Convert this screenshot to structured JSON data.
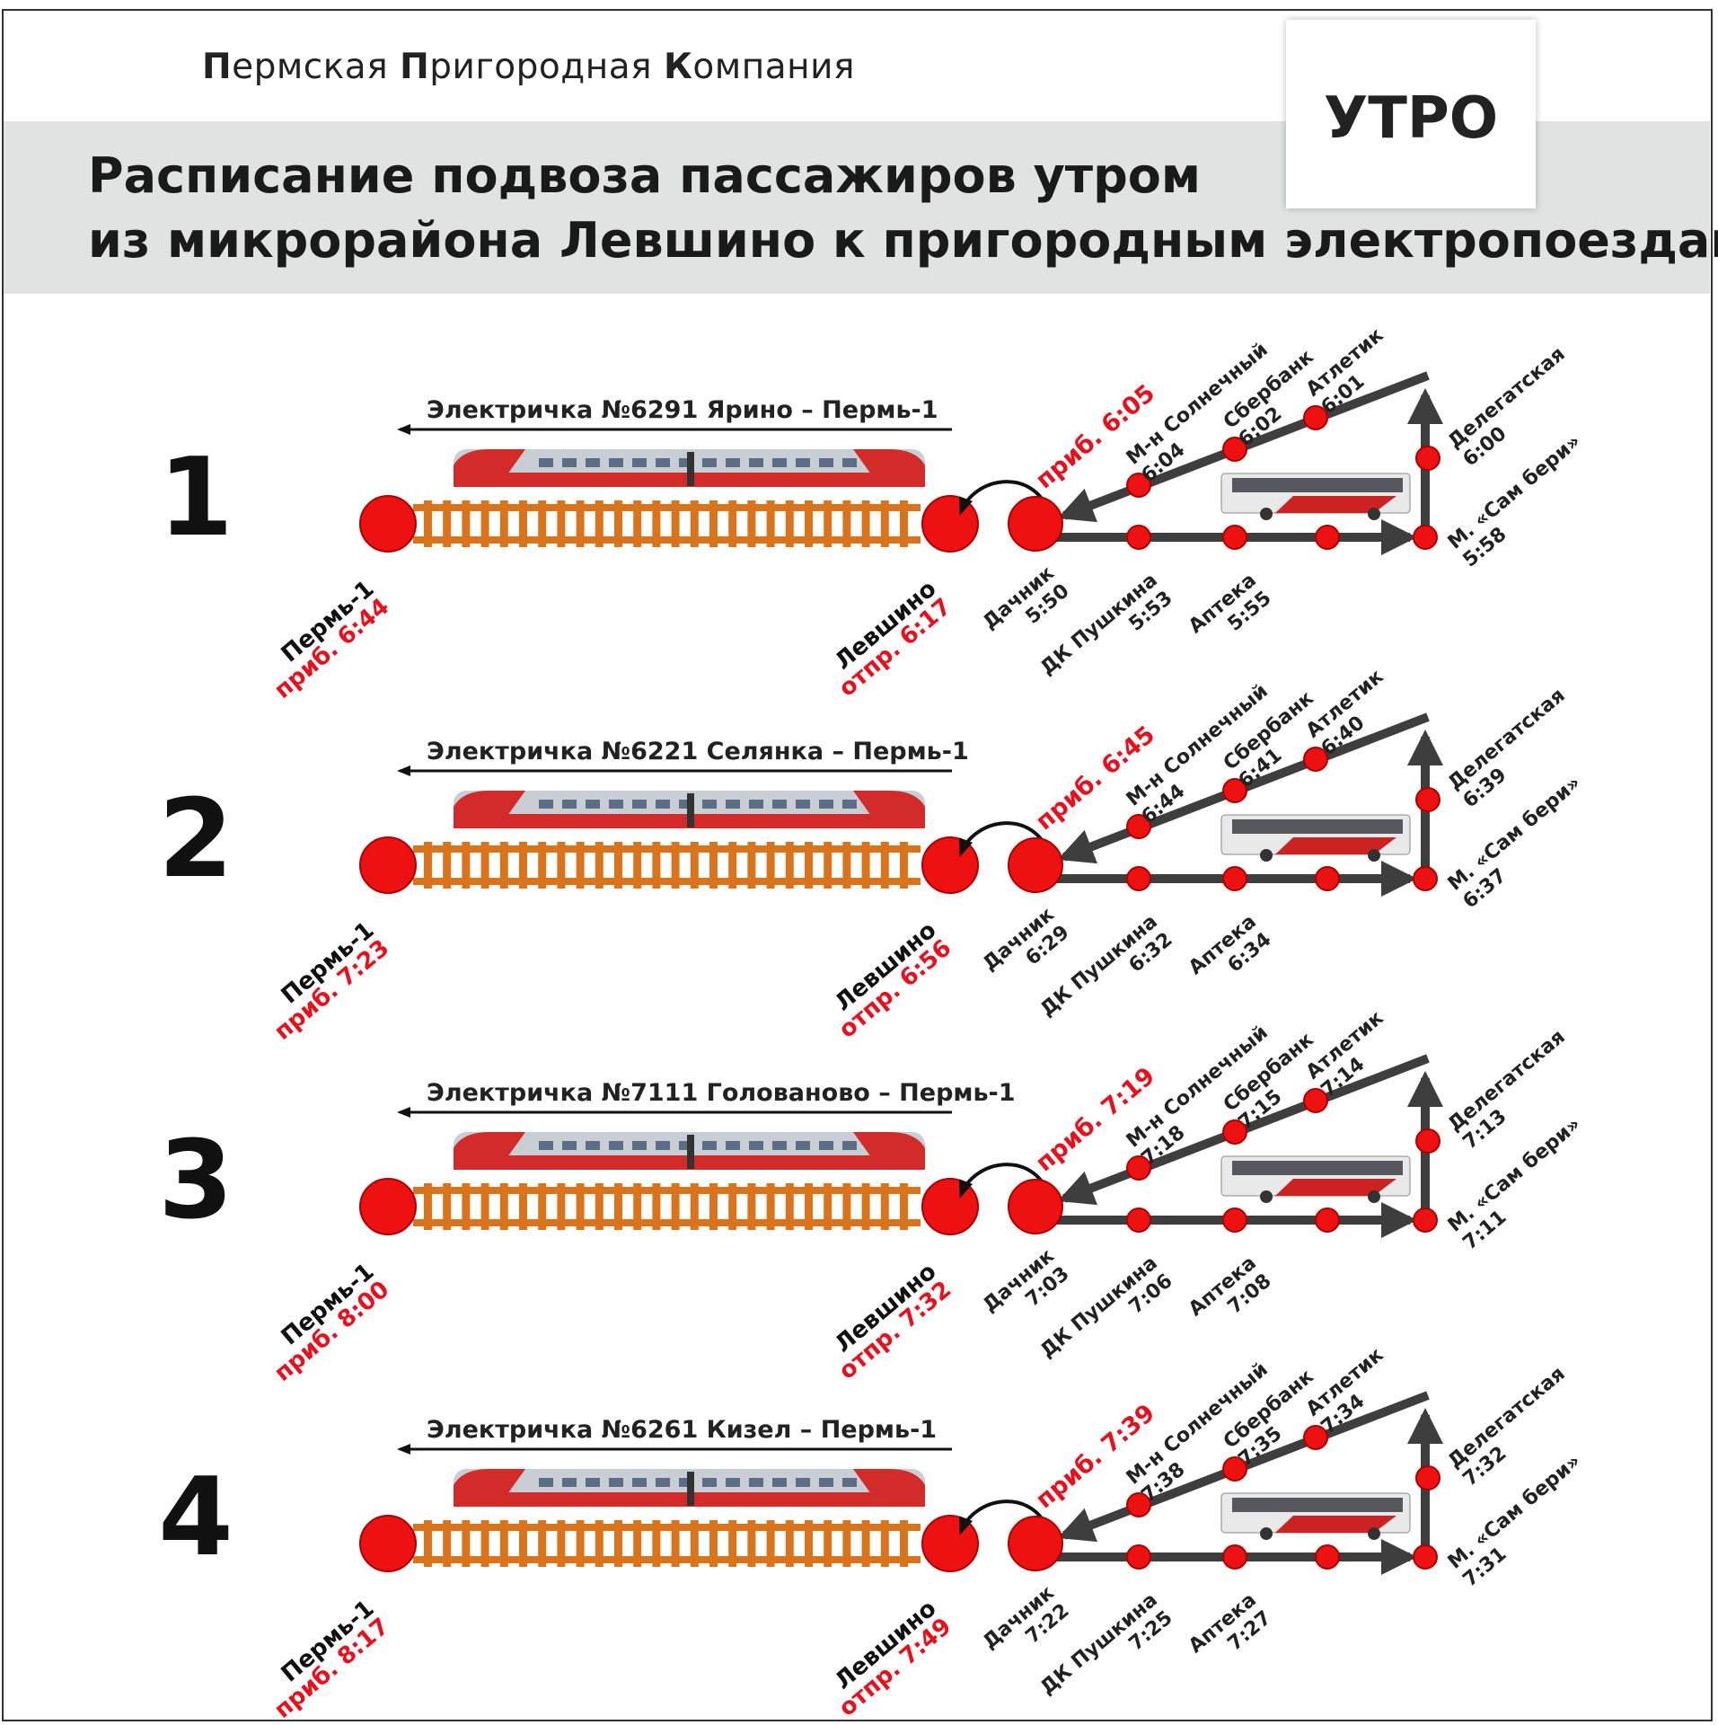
{
  "header": {
    "company_words": [
      {
        "initial": "П",
        "rest": "ермская"
      },
      {
        "initial": "П",
        "rest": "ригородная"
      },
      {
        "initial": "К",
        "rest": "омпания"
      }
    ],
    "title_line1": "Расписание подвоза пассажиров утром",
    "title_line2": "из микрорайона Левшино к пригородным электропоездам",
    "period_badge": "УТРО"
  },
  "colors": {
    "stop_red": "#ee1111",
    "rail_orange": "#d9741c",
    "route_gray": "#3e3e3e",
    "time_red": "#e8101c",
    "band_gray": "#e1e3e2"
  },
  "icons": {
    "train": "train-icon",
    "bus": "bus-icon",
    "transfer": "transfer-arrow-icon"
  },
  "schedules": [
    {
      "number": "1",
      "train_label": "Электричка №6291 Ярино – Пермь-1",
      "perm_name": "Пермь-1",
      "perm_time": "приб. 6:44",
      "levshino_name": "Левшино",
      "levshino_time": "отпр. 6:17",
      "bus_arrival": "приб. 6:05",
      "stops": [
        {
          "name": "Дачник",
          "time": "5:50"
        },
        {
          "name": "ДК Пушкина",
          "time": "5:53"
        },
        {
          "name": "Аптека",
          "time": "5:55"
        },
        {
          "name": "М. «Сам бери»",
          "time": "5:58"
        },
        {
          "name": "Делегатская",
          "time": "6:00"
        },
        {
          "name": "Атлетик",
          "time": "6:01"
        },
        {
          "name": "Сбербанк",
          "time": "6:02"
        },
        {
          "name": "М-н Солнечный",
          "time": "6:04"
        }
      ]
    },
    {
      "number": "2",
      "train_label": "Электричка №6221 Селянка – Пермь-1",
      "perm_name": "Пермь-1",
      "perm_time": "приб. 7:23",
      "levshino_name": "Левшино",
      "levshino_time": "отпр. 6:56",
      "bus_arrival": "приб. 6:45",
      "stops": [
        {
          "name": "Дачник",
          "time": "6:29"
        },
        {
          "name": "ДК Пушкина",
          "time": "6:32"
        },
        {
          "name": "Аптека",
          "time": "6:34"
        },
        {
          "name": "М. «Сам бери»",
          "time": "6:37"
        },
        {
          "name": "Делегатская",
          "time": "6:39"
        },
        {
          "name": "Атлетик",
          "time": "6:40"
        },
        {
          "name": "Сбербанк",
          "time": "6:41"
        },
        {
          "name": "М-н Солнечный",
          "time": "6:44"
        }
      ]
    },
    {
      "number": "3",
      "train_label": "Электричка №7111 Голованово – Пермь-1",
      "perm_name": "Пермь-1",
      "perm_time": "приб. 8:00",
      "levshino_name": "Левшино",
      "levshino_time": "отпр. 7:32",
      "bus_arrival": "приб. 7:19",
      "stops": [
        {
          "name": "Дачник",
          "time": "7:03"
        },
        {
          "name": "ДК Пушкина",
          "time": "7:06"
        },
        {
          "name": "Аптека",
          "time": "7:08"
        },
        {
          "name": "М. «Сам бери»",
          "time": "7:11"
        },
        {
          "name": "Делегатская",
          "time": "7:13"
        },
        {
          "name": "Атлетик",
          "time": "7:14"
        },
        {
          "name": "Сбербанк",
          "time": "7:15"
        },
        {
          "name": "М-н Солнечный",
          "time": "7:18"
        }
      ]
    },
    {
      "number": "4",
      "train_label": "Электричка №6261 Кизел – Пермь-1",
      "perm_name": "Пермь-1",
      "perm_time": "приб. 8:17",
      "levshino_name": "Левшино",
      "levshino_time": "отпр. 7:49",
      "bus_arrival": "приб. 7:39",
      "stops": [
        {
          "name": "Дачник",
          "time": "7:22"
        },
        {
          "name": "ДК Пушкина",
          "time": "7:25"
        },
        {
          "name": "Аптека",
          "time": "7:27"
        },
        {
          "name": "М. «Сам бери»",
          "time": "7:31"
        },
        {
          "name": "Делегатская",
          "time": "7:32"
        },
        {
          "name": "Атлетик",
          "time": "7:34"
        },
        {
          "name": "Сбербанк",
          "time": "7:35"
        },
        {
          "name": "М-н Солнечный",
          "time": "7:38"
        }
      ]
    }
  ]
}
